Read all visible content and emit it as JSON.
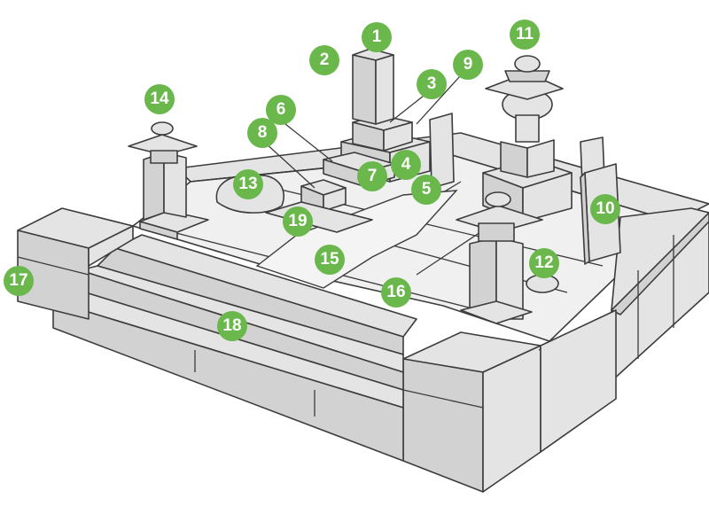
{
  "colors": {
    "badge": "#6ab74c",
    "stone": "#e4e4e4",
    "outline": "#3c3c3c"
  },
  "labels": [
    {
      "id": "1",
      "text": "1"
    },
    {
      "id": "2",
      "text": "2"
    },
    {
      "id": "3",
      "text": "3"
    },
    {
      "id": "4",
      "text": "4"
    },
    {
      "id": "5",
      "text": "5"
    },
    {
      "id": "6",
      "text": "6"
    },
    {
      "id": "7",
      "text": "7"
    },
    {
      "id": "8",
      "text": "8"
    },
    {
      "id": "9",
      "text": "9"
    },
    {
      "id": "10",
      "text": "10"
    },
    {
      "id": "11",
      "text": "11"
    },
    {
      "id": "12",
      "text": "12"
    },
    {
      "id": "13",
      "text": "13"
    },
    {
      "id": "14",
      "text": "14"
    },
    {
      "id": "15",
      "text": "15"
    },
    {
      "id": "16",
      "text": "16"
    },
    {
      "id": "17",
      "text": "17"
    },
    {
      "id": "18",
      "text": "18"
    },
    {
      "id": "19",
      "text": "19"
    }
  ]
}
